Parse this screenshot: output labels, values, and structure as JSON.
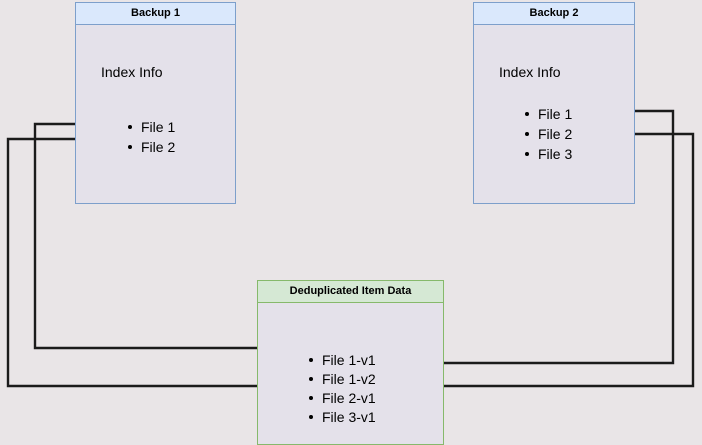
{
  "diagram": {
    "type": "deduplication-flow",
    "background_color": "#e9e5e7",
    "nodes": [
      {
        "id": "backup1",
        "title": "Backup 1",
        "subtitle": "Index Info",
        "accent_color": "#dae8fc",
        "border_color": "#7d9fcb",
        "items": [
          "File 1",
          "File 2"
        ]
      },
      {
        "id": "backup2",
        "title": "Backup 2",
        "subtitle": "Index Info",
        "accent_color": "#dae8fc",
        "border_color": "#7d9fcb",
        "items": [
          "File 1",
          "File 2",
          "File 3"
        ]
      },
      {
        "id": "dedup",
        "title": "Deduplicated Item Data",
        "accent_color": "#d5e8d4",
        "border_color": "#86b96b",
        "items": [
          "File 1-v1",
          "File 1-v2",
          "File 2-v1",
          "File 3-v1"
        ]
      }
    ],
    "edges": [
      {
        "from": "backup1.File 1",
        "to": "dedup.File 1-v1",
        "direction": "left-around"
      },
      {
        "from": "backup1.File 2",
        "to": "dedup.File 2-v1",
        "direction": "left-around"
      },
      {
        "from": "backup2.File 1",
        "to": "dedup.File 1-v2",
        "direction": "right-around"
      },
      {
        "from": "backup2.File 2",
        "to": "dedup.File 2-v1",
        "direction": "right-around"
      }
    ],
    "edge_color": "#1b1b1b"
  },
  "backup1": {
    "title": "Backup 1",
    "subtitle": "Index Info",
    "items": [
      {
        "label": "File 1"
      },
      {
        "label": "File 2"
      }
    ]
  },
  "backup2": {
    "title": "Backup 2",
    "subtitle": "Index Info",
    "items": [
      {
        "label": "File 1"
      },
      {
        "label": "File 2"
      },
      {
        "label": "File 3"
      }
    ]
  },
  "dedup": {
    "title": "Deduplicated Item Data",
    "items": [
      {
        "label": "File 1-v1"
      },
      {
        "label": "File 1-v2"
      },
      {
        "label": "File 2-v1"
      },
      {
        "label": "File 3-v1"
      }
    ]
  }
}
